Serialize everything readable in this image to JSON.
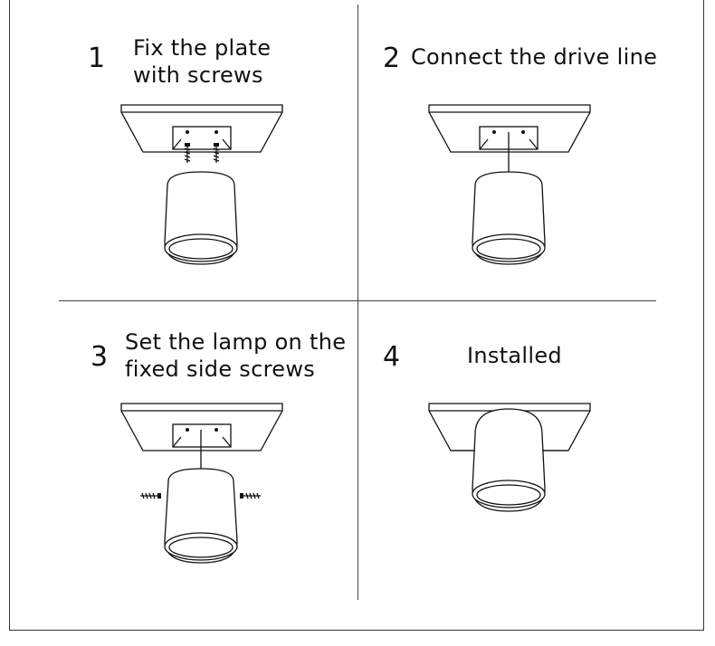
{
  "steps": [
    {
      "number": "1",
      "text": [
        "Fix the plate",
        "with screws"
      ]
    },
    {
      "number": "2",
      "text": [
        "Connect the drive line"
      ]
    },
    {
      "number": "3",
      "text": [
        "Set the lamp on the",
        "fixed side screws"
      ]
    },
    {
      "number": "4",
      "text": [
        "Installed"
      ]
    }
  ]
}
